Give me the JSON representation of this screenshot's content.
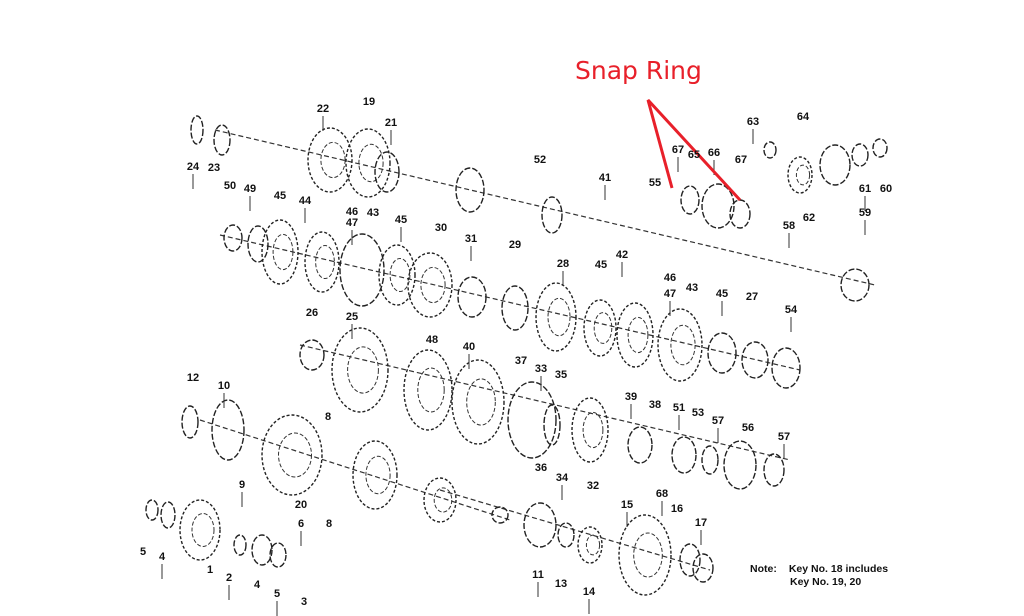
{
  "callout": {
    "text": "Snap Ring",
    "color": "#e8202a"
  },
  "note": {
    "prefix": "Note:",
    "line1": "Key No. 18 includes",
    "line2": "Key No. 19, 20"
  },
  "labels": [
    "24",
    "23",
    "22",
    "19",
    "21",
    "52",
    "41",
    "55",
    "67",
    "65",
    "66",
    "67",
    "63",
    "64",
    "58",
    "62",
    "61",
    "60",
    "59",
    "50",
    "49",
    "45",
    "44",
    "46",
    "47",
    "43",
    "45",
    "30",
    "31",
    "29",
    "28",
    "45",
    "42",
    "46",
    "47",
    "43",
    "45",
    "27",
    "54",
    "26",
    "25",
    "48",
    "40",
    "37",
    "33",
    "35",
    "39",
    "38",
    "51",
    "53",
    "57",
    "56",
    "57",
    "36",
    "34",
    "32",
    "68",
    "12",
    "10",
    "8",
    "9",
    "20",
    "6",
    "8",
    "15",
    "16",
    "17",
    "5",
    "4",
    "1",
    "2",
    "4",
    "5",
    "3",
    "11",
    "13",
    "14"
  ]
}
